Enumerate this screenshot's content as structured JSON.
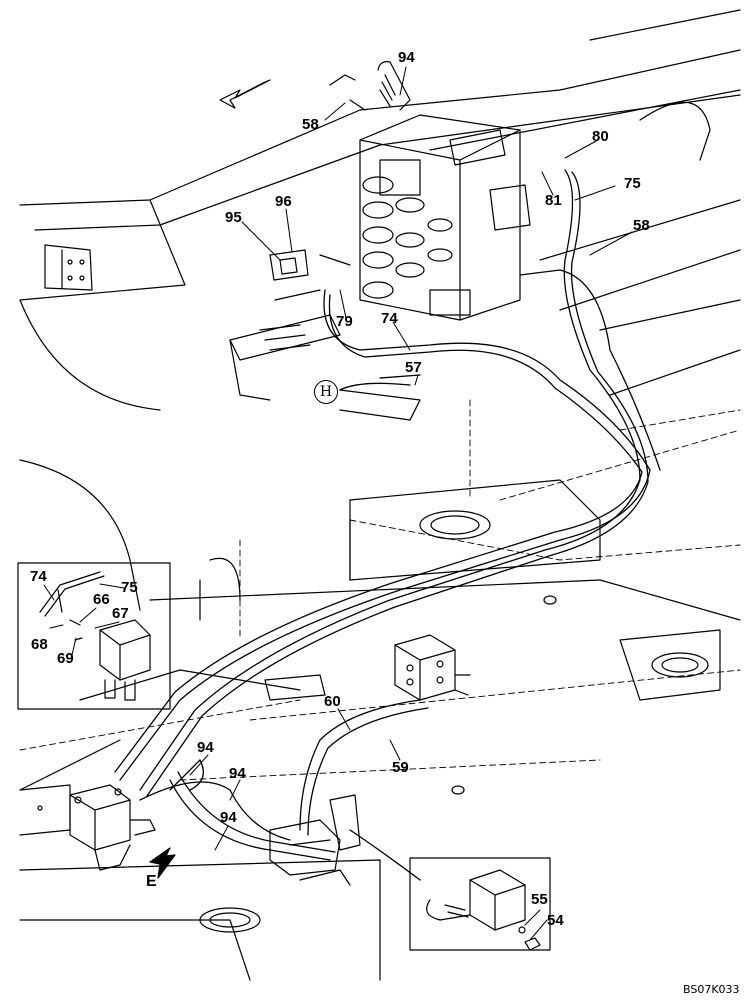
{
  "drawing_code": "BS07K033",
  "view_marker": "H",
  "direction_label": "E",
  "callouts": [
    {
      "id": "c94a",
      "label": "94"
    },
    {
      "id": "c58a",
      "label": "58"
    },
    {
      "id": "c80",
      "label": "80"
    },
    {
      "id": "c75a",
      "label": "75"
    },
    {
      "id": "c81",
      "label": "81"
    },
    {
      "id": "c58b",
      "label": "58"
    },
    {
      "id": "c95",
      "label": "95"
    },
    {
      "id": "c96",
      "label": "96"
    },
    {
      "id": "c79",
      "label": "79"
    },
    {
      "id": "c74a",
      "label": "74"
    },
    {
      "id": "c57",
      "label": "57"
    },
    {
      "id": "c74b",
      "label": "74"
    },
    {
      "id": "c75b",
      "label": "75"
    },
    {
      "id": "c66",
      "label": "66"
    },
    {
      "id": "c67",
      "label": "67"
    },
    {
      "id": "c68",
      "label": "68"
    },
    {
      "id": "c69",
      "label": "69"
    },
    {
      "id": "c60",
      "label": "60"
    },
    {
      "id": "c59",
      "label": "59"
    },
    {
      "id": "c94b",
      "label": "94"
    },
    {
      "id": "c94c",
      "label": "94"
    },
    {
      "id": "c94d",
      "label": "94"
    },
    {
      "id": "c55",
      "label": "55"
    },
    {
      "id": "c54",
      "label": "54"
    }
  ]
}
